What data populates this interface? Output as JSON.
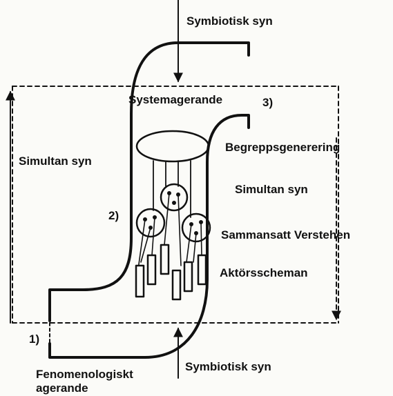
{
  "labels": {
    "symbiotisk_top": "Symbiotisk syn",
    "systemagerande": "Systemagerande",
    "marker_3": "3)",
    "begreppsgenerering": "Begreppsgenerering",
    "simultan_left": "Simultan syn",
    "simultan_right": "Simultan syn",
    "marker_2": "2)",
    "sammansatt": "Sammansatt Verstehen",
    "aktorsscheman": "Aktörsscheman",
    "marker_1": "1)",
    "fenomenologiskt_line1": "Fenomenologiskt",
    "fenomenologiskt_line2": "agerande",
    "symbiotisk_bottom": "Symbiotisk syn"
  },
  "colors": {
    "ink": "#111111",
    "paper": "#fbfbf8"
  }
}
